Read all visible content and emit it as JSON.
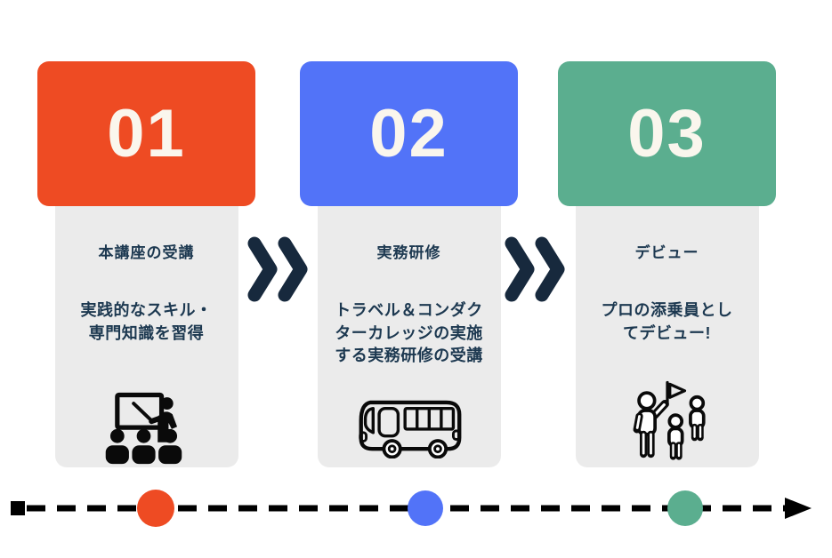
{
  "diagram_title": "",
  "steps": [
    {
      "number": "01",
      "accent_color": "#EE4B23",
      "title": "本講座の受講",
      "description": "実践的なスキル・\n専門知識を習得",
      "icon": "classroom-lecture-icon"
    },
    {
      "number": "02",
      "accent_color": "#5273F8",
      "title": "実務研修",
      "description": "トラベル＆コンダク\nターカレッジの実施\nする実務研修の受講",
      "icon": "bus-icon"
    },
    {
      "number": "03",
      "accent_color": "#5BAE8F",
      "title": "デビュー",
      "description": "プロの添乗員とし\nてデビュー!",
      "icon": "tour-guide-flag-icon"
    }
  ],
  "colors": {
    "background": "#FFFFFF",
    "card_body_bg": "#EBEBEB",
    "number_text": "#FAF6ED",
    "body_text": "#1C3850",
    "chevron": "#17293D",
    "timeline": "#000000",
    "icon_black": "#0A0A0A"
  }
}
